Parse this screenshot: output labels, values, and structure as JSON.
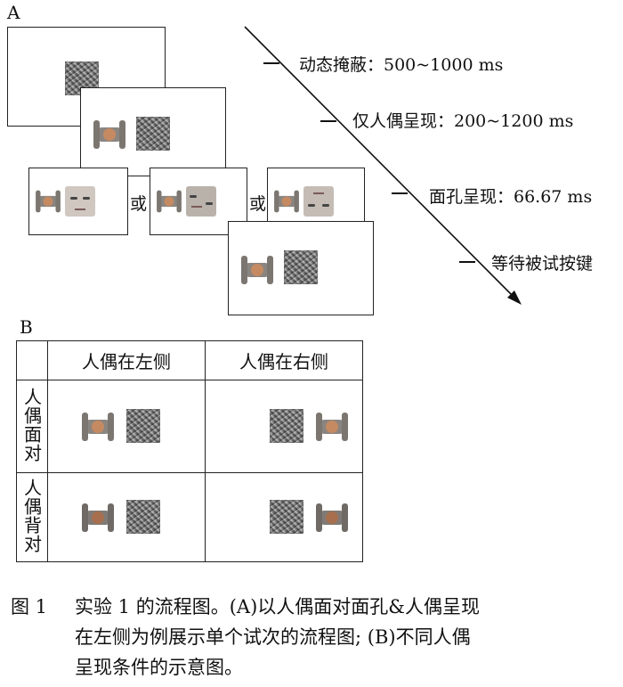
{
  "panel_a": {
    "letter": "A",
    "steps": [
      {
        "label": "动态掩蔽：500~1000 ms"
      },
      {
        "label": "仅人偶呈现：200~1200 ms"
      },
      {
        "label": "面孔呈现：66.67 ms"
      },
      {
        "label": "等待被试按键"
      }
    ],
    "or_text": "或"
  },
  "panel_b": {
    "letter": "B",
    "col_headers": [
      "人偶在左侧",
      "人偶在右侧"
    ],
    "row_headers": [
      "人偶面对",
      "人偶背对"
    ]
  },
  "caption": {
    "number": "图 1",
    "line1": "实验 1 的流程图。(A)以人偶面对面孔&人偶呈现",
    "line2": "在左侧为例展示单个试次的流程图; (B)不同人偶",
    "line3": "呈现条件的示意图。"
  }
}
